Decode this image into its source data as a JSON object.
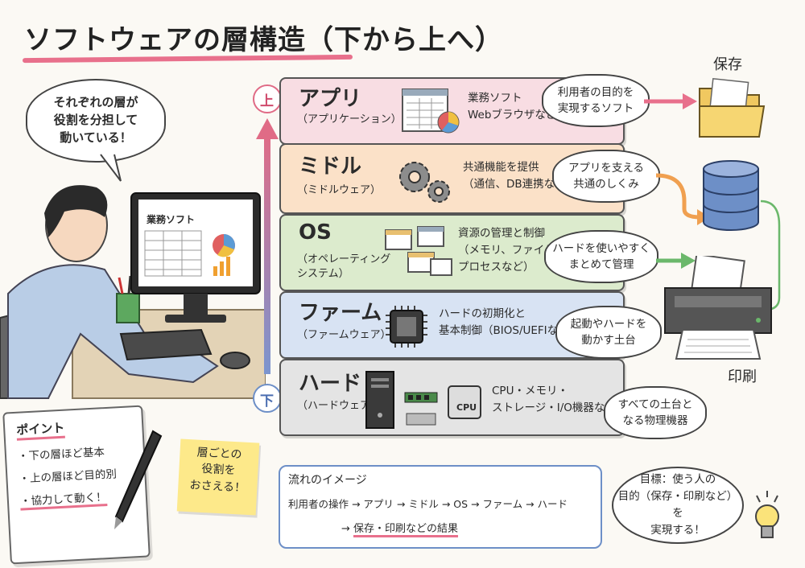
{
  "title": "ソフトウェアの層構造（下から上へ）",
  "speech_bubble": "それぞれの層が\n役割を分担して\n動いている！",
  "monitor": {
    "app_title": "業務ソフト"
  },
  "arrow_labels": {
    "top": "上",
    "bottom": "下"
  },
  "layers": [
    {
      "name": "アプリ",
      "sub": "（アプリケーション）",
      "desc": "業務ソフト\nWebブラウザなど",
      "bubble": "利用者の目的を\n実現するソフト",
      "color": "#f8dde3",
      "icon": "app-window-icon"
    },
    {
      "name": "ミドル",
      "sub": "（ミドルウェア）",
      "desc": "共通機能を提供\n（通信、DB連携など）",
      "bubble": "アプリを支える\n共通のしくみ",
      "color": "#fbe1c8",
      "icon": "gears-icon"
    },
    {
      "name": "OS",
      "sub": "（オペレーティング\nシステム）",
      "desc": "資源の管理と制御\n（メモリ、ファイル、\nプロセスなど）",
      "bubble": "ハードを使いやすく\nまとめて管理",
      "color": "#dcebcd",
      "icon": "windows-icon"
    },
    {
      "name": "ファーム",
      "sub": "（ファームウェア）",
      "desc": "ハードの初期化と\n基本制御（BIOS/UEFIなど）",
      "bubble": "起動やハードを\n動かす土台",
      "color": "#d8e3f3",
      "icon": "chip-icon"
    },
    {
      "name": "ハード",
      "sub": "（ハードウェア）",
      "desc": "CPU・メモリ・\nストレージ・I/O機器など",
      "bubble": "すべての土台と\nなる物理機器",
      "color": "#e4e4e4",
      "icon": "hardware-icon"
    }
  ],
  "hardware_cpu_label": "CPU",
  "right_labels": {
    "save": "保存",
    "print": "印刷"
  },
  "point_note": {
    "title": "ポイント",
    "items": [
      "・下の層ほど基本",
      "・上の層ほど目的別",
      "・協力して動く！"
    ]
  },
  "sticky_note": "層ごとの\n役割を\nおさえる！",
  "flow": {
    "title": "流れのイメージ",
    "line1": "利用者の操作 → アプリ → ミドル → OS → ファーム → ハード",
    "line2_prefix": "→",
    "line2_result": "保存・印刷などの結果"
  },
  "goal": "目標：使う人の\n目的（保存・印刷など）を\n実現する！",
  "colors": {
    "accent_pink": "#e8708c",
    "accent_blue": "#6d8fc7",
    "arrow_orange": "#f0a050",
    "arrow_green": "#6bb86b"
  }
}
